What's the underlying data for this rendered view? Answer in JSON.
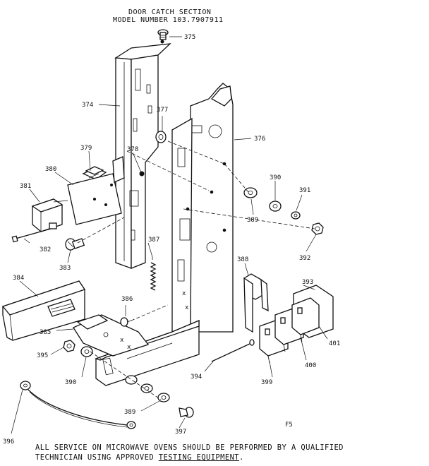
{
  "header": {
    "title_line1": "DOOR CATCH SECTION",
    "title_line2": "MODEL NUMBER 103.7907911"
  },
  "part_labels": {
    "p374": "374",
    "p375": "375",
    "p376": "376",
    "p377": "377",
    "p378": "378",
    "p379": "379",
    "p380": "380",
    "p381": "381",
    "p382": "382",
    "p383": "383",
    "p384": "384",
    "p385": "385",
    "p386": "386",
    "p387": "387",
    "p388": "388",
    "p389a": "389",
    "p389b": "389",
    "p390a": "390",
    "p390b": "390",
    "p391": "391",
    "p392": "392",
    "p393": "393",
    "p394": "394",
    "p395": "395",
    "p396": "396",
    "p397": "397",
    "p399": "399",
    "p400": "400",
    "p401": "401"
  },
  "page_mark": "F5",
  "footer": {
    "line1": "ALL SERVICE ON MICROWAVE OVENS SHOULD BE PERFORMED BY A QUALIFIED",
    "line2_prefix": "TECHNICIAN USING APPROVED ",
    "line2_underlined": "TESTING EQUIPMENT",
    "line2_suffix": "."
  }
}
